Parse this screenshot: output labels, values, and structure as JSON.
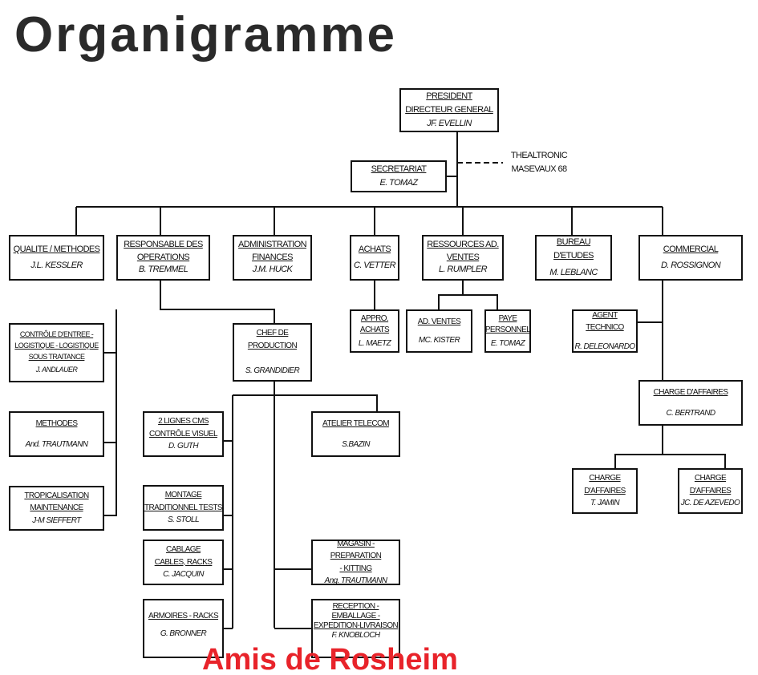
{
  "title": "Organigramme",
  "watermark": "Amis de Rosheim",
  "president": {
    "t1": "PRESIDENT",
    "t2": "DIRECTEUR GENERAL",
    "name": "JF. EVELLIN"
  },
  "thealtronic": {
    "t1": "THEALTRONIC",
    "t2": "MASEVAUX 68"
  },
  "secretariat": {
    "t1": "SECRETARIAT",
    "name": "E. TOMAZ"
  },
  "qualite": {
    "t1": "QUALITE / METHODES",
    "name": "J.L. KESSLER"
  },
  "operations": {
    "t1": "RESPONSABLE DES",
    "t2": "OPERATIONS",
    "name": "B. TREMMEL"
  },
  "admin": {
    "t1": "ADMINISTRATION",
    "t2": "FINANCES",
    "name": "J.M. HUCK"
  },
  "achats": {
    "t1": "ACHATS",
    "name": "C. VETTER"
  },
  "ressources": {
    "t1": "RESSOURCES AD.",
    "t2": "VENTES",
    "name": "L. RUMPLER"
  },
  "bureau": {
    "t1": "BUREAU D'ETUDES",
    "name": "M. LEBLANC"
  },
  "commercial": {
    "t1": "COMMERCIAL",
    "name": "D. ROSSIGNON"
  },
  "controle": {
    "t1": "CONTRÔLE D'ENTREE -",
    "t2": "LOGISTIQUE - LOGISTIQUE",
    "t3": "SOUS TRAITANCE",
    "name": "J. ANDLAUER"
  },
  "methodes": {
    "t1": "METHODES",
    "name": "And. TRAUTMANN"
  },
  "tropical": {
    "t1": "TROPICALISATION",
    "t2": "MAINTENANCE",
    "name": "J-M SIEFFERT"
  },
  "chef": {
    "t1": "CHEF DE PRODUCTION",
    "name": "S. GRANDIDIER"
  },
  "cms": {
    "t1": "2 LIGNES CMS",
    "t2": "CONTRÔLE VISUEL",
    "name": "D. GUTH"
  },
  "montage": {
    "t1": "MONTAGE",
    "t2": "TRADITIONNEL TESTS",
    "name": "S. STOLL"
  },
  "cablage": {
    "t1": "CABLAGE",
    "t2": "CABLES, RACKS",
    "name": "C. JACQUIN"
  },
  "armoires": {
    "t1": "ARMOIRES - RACKS",
    "name": "G. BRONNER"
  },
  "atelier": {
    "t1": "ATELIER TELECOM",
    "name": "S.BAZIN"
  },
  "magasin": {
    "t1": "MAGASIN - PREPARATION",
    "t2": "- KITTING",
    "name": "Ang. TRAUTMANN"
  },
  "reception": {
    "t1": "RECEPTION -",
    "t2": "EMBALLAGE -",
    "t3": "EXPEDITION-LIVRAISON",
    "name": "F. KNOBLOCH"
  },
  "appro": {
    "t1": "APPRO.",
    "t2": "ACHATS",
    "name": "L. MAETZ"
  },
  "adventes": {
    "t1": "AD. VENTES",
    "name": "MC. KISTER"
  },
  "paye": {
    "t1": "PAYE",
    "t2": "PERSONNEL",
    "name": "E. TOMAZ"
  },
  "agent": {
    "t1": "AGENT TECHNICO",
    "name": "R. DELEONARDO"
  },
  "charge": {
    "t1": "CHARGE D'AFFAIRES",
    "name": "C. BERTRAND"
  },
  "charge1": {
    "t1": "CHARGE",
    "t2": "D'AFFAIRES",
    "name": "T. JAMIN"
  },
  "charge2": {
    "t1": "CHARGE",
    "t2": "D'AFFAIRES",
    "name": "JC. DE AZEVEDO"
  }
}
